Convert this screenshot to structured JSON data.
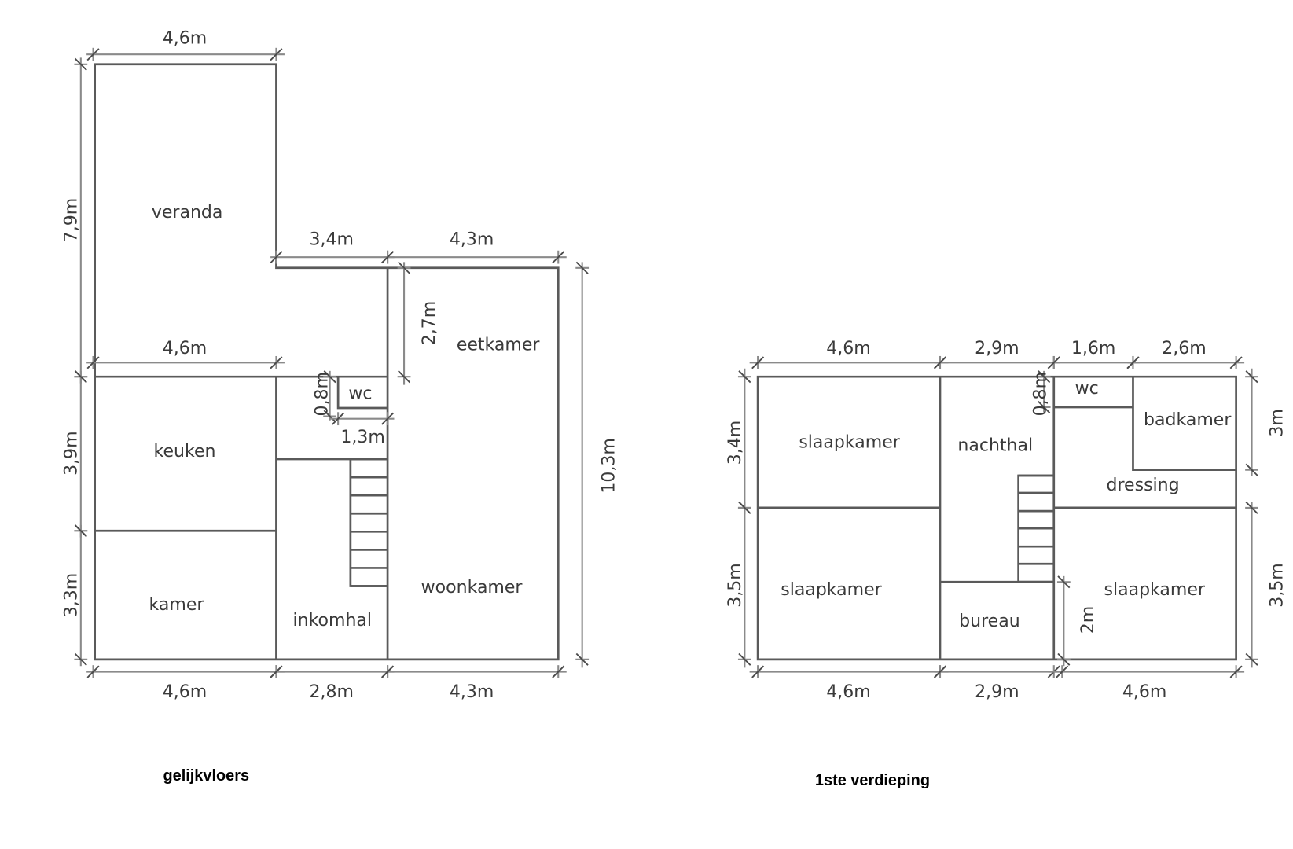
{
  "ground_floor": {
    "title": "gelijkvloers",
    "rooms": {
      "veranda": "veranda",
      "eetkamer": "eetkamer",
      "keuken": "keuken",
      "kamer": "kamer",
      "inkomhal": "inkomhal",
      "woonkamer": "woonkamer",
      "wc": "wc"
    },
    "dims": {
      "top_veranda": "4,6m",
      "left_veranda": "7,9m",
      "step": "3,4m",
      "top_eetkamer": "4,3m",
      "eetkamer_depth": "2,7m",
      "mid_width": "4,6m",
      "keuken_depth": "3,9m",
      "kamer_depth": "3,3m",
      "total_depth": "10,3m",
      "bottom_left": "4,6m",
      "bottom_mid": "2,8m",
      "bottom_right": "4,3m",
      "wc_depth": "0,8m",
      "wc_width": "1,3m"
    }
  },
  "first_floor": {
    "title": "1ste verdieping",
    "rooms": {
      "slaapkamer_1": "slaapkamer",
      "nachthal": "nachthal",
      "badkamer": "badkamer",
      "dressing": "dressing",
      "slaapkamer_2": "slaapkamer",
      "bureau": "bureau",
      "slaapkamer_3": "slaapkamer",
      "wc": "wc"
    },
    "dims": {
      "top_1": "4,6m",
      "top_2": "2,9m",
      "top_3": "1,6m",
      "top_4": "2,6m",
      "left_top": "3,4m",
      "left_bottom": "3,5m",
      "right_top": "3m",
      "right_bottom": "3,5m",
      "wc_depth": "0,8m",
      "bureau_depth": "2m",
      "bottom_1": "4,6m",
      "bottom_2": "2,9m",
      "bottom_3": "4,6m"
    }
  }
}
